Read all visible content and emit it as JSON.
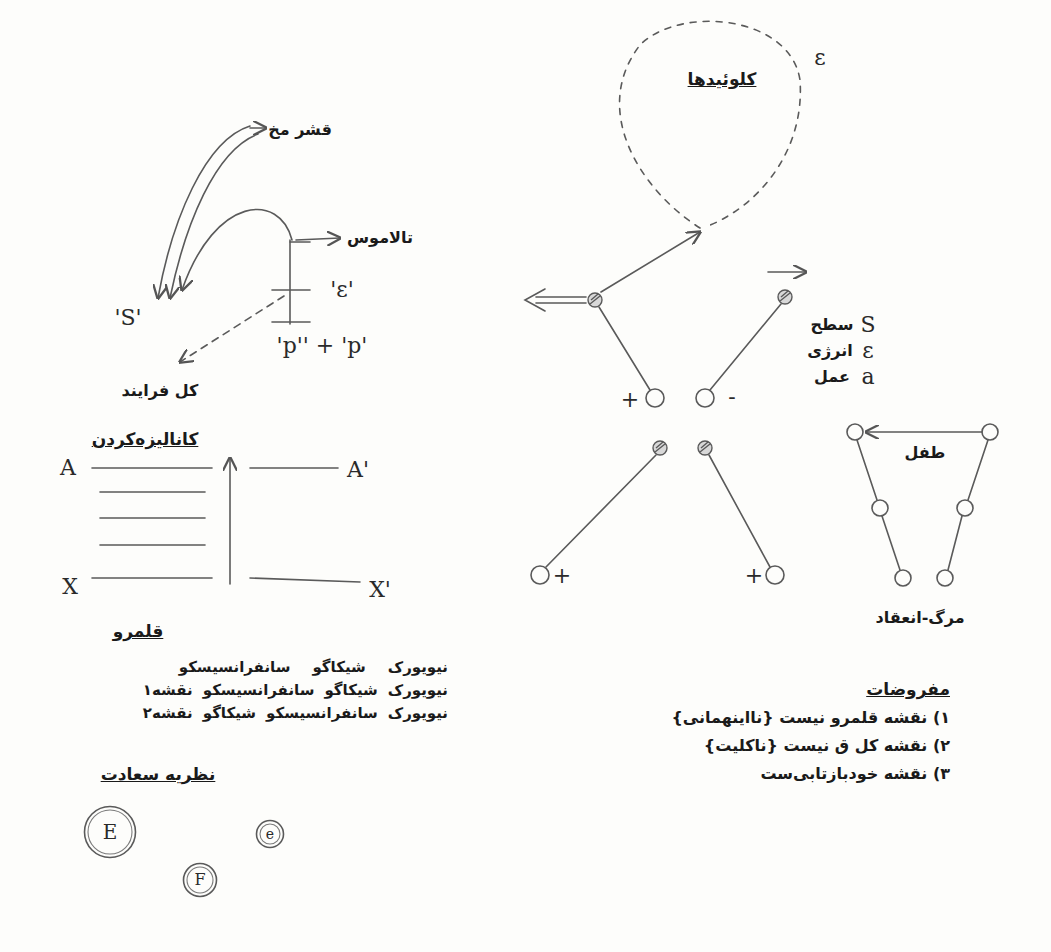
{
  "diagram": {
    "nodes": [
      {
        "text": [
          "E"
        ]
      },
      {
        "text": [
          "e"
        ]
      },
      {
        "text": [
          "F"
        ]
      }
    ],
    "labels": [
      "کلوئیدها",
      "ε",
      "قشر مخ",
      "تالاموس",
      "'ε'",
      "'S'",
      "'p'' + 'p'",
      "کل فرایند",
      "سطح",
      "S",
      "انرژی",
      "ε",
      "عمل",
      "a",
      "+",
      "-",
      "کانالیزه‌کردن",
      "A",
      "A'",
      "طفل",
      "X",
      "X'",
      "+",
      "+",
      "مرگ-انعقاد",
      "قلمرو",
      "نیویورک",
      "شیکاگو",
      "سانفرانسیسکو",
      "نیویورک",
      "شیکاگو",
      "سانفرانسیسکو",
      "نقشه۱",
      "نیویورک",
      "سانفرانسیسکو",
      "شیکاگو",
      "نقشه۲",
      "مفروضات",
      "۱) نقشه قلمرو نیست {نااینهمانی}",
      "۲) نقشه کل ق نیست {ناکلیت}",
      "۳) نقشه خودبازتابی‌ست",
      "نظریه سعادت"
    ]
  }
}
